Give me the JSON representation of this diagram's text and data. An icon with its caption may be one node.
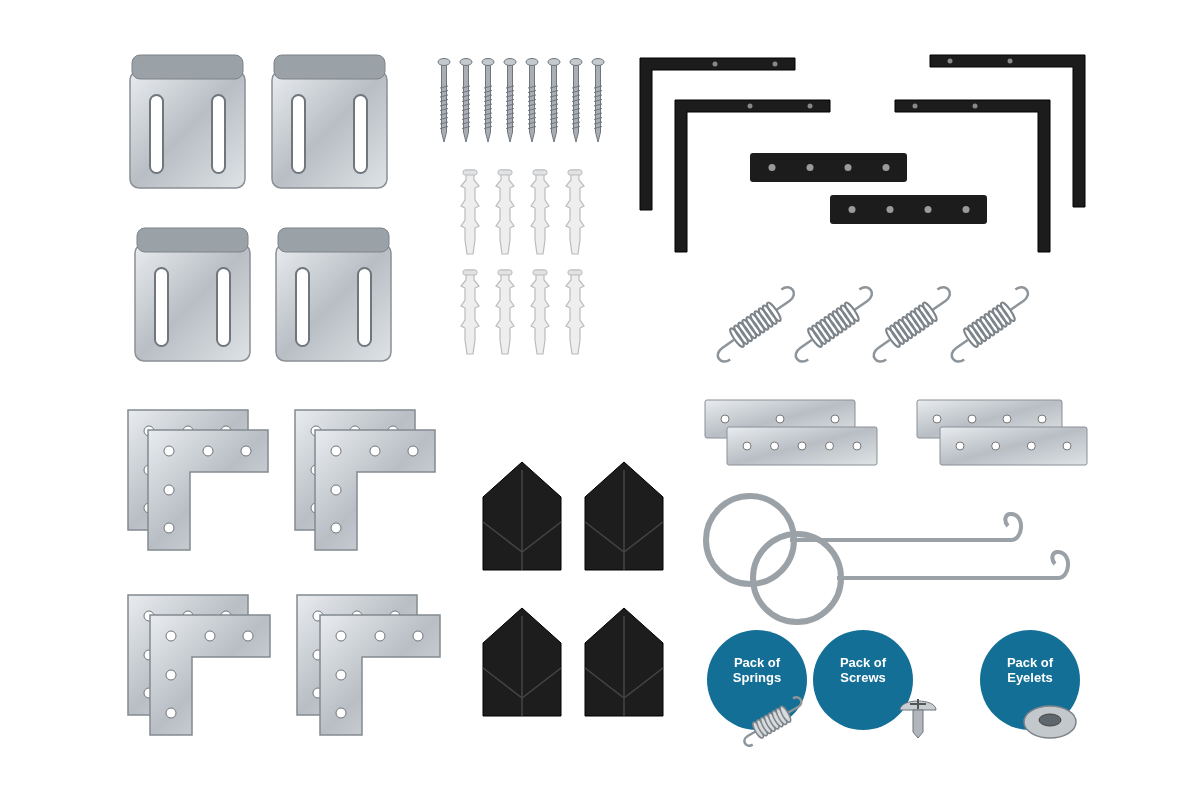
{
  "diagram": {
    "nodes": [
      {
        "text": [
          "Pack of Springs"
        ]
      },
      {
        "text": [
          "Pack of Screws"
        ]
      },
      {
        "text": [
          "Pack of Eyelets"
        ]
      }
    ]
  }
}
